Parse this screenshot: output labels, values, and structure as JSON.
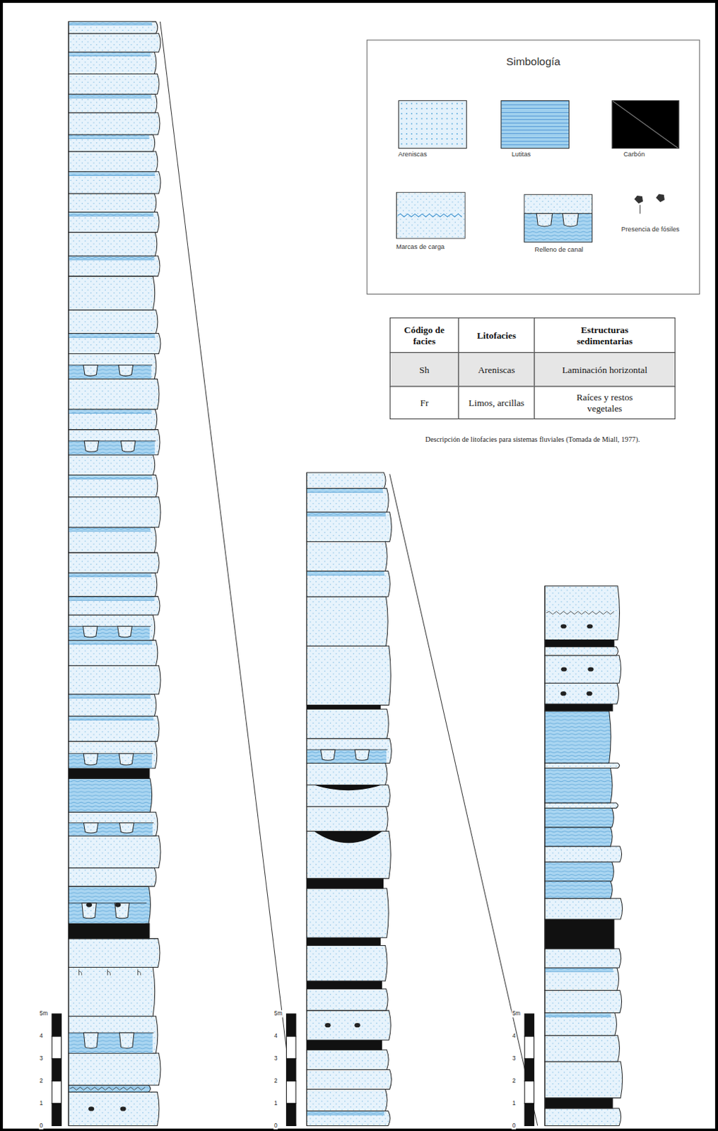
{
  "diagram": {
    "caption": "Descripción de litofacies para sistemas fluviales (Tomada de Miall, 1977).",
    "nodes": [
      {
        "text": [
          "Simbología"
        ]
      }
    ],
    "labels": [
      "Código de facies",
      "Litofacies",
      "Estructuras sedimentarias",
      "Sh",
      "Areniscas",
      "Laminación horizontal",
      "Fr",
      "Limos, arcillas",
      "Raíces y restos vegetales",
      "5m",
      "4",
      "3",
      "2",
      "1",
      "0",
      "5m",
      "4",
      "3",
      "2",
      "1",
      "0",
      "5m",
      "4",
      "3",
      "2",
      "1",
      "0"
    ],
    "legend": [
      {
        "text": "Areniscas",
        "color": "#e3f1fb"
      },
      {
        "text": "Lutitas",
        "color": "#9fd0ee"
      },
      {
        "text": "Carbón",
        "color": "#000000"
      },
      {
        "text": "Marcas de carga"
      },
      {
        "text": "Relleno de canal"
      },
      {
        "text": "Presencia de fósiles"
      }
    ]
  }
}
